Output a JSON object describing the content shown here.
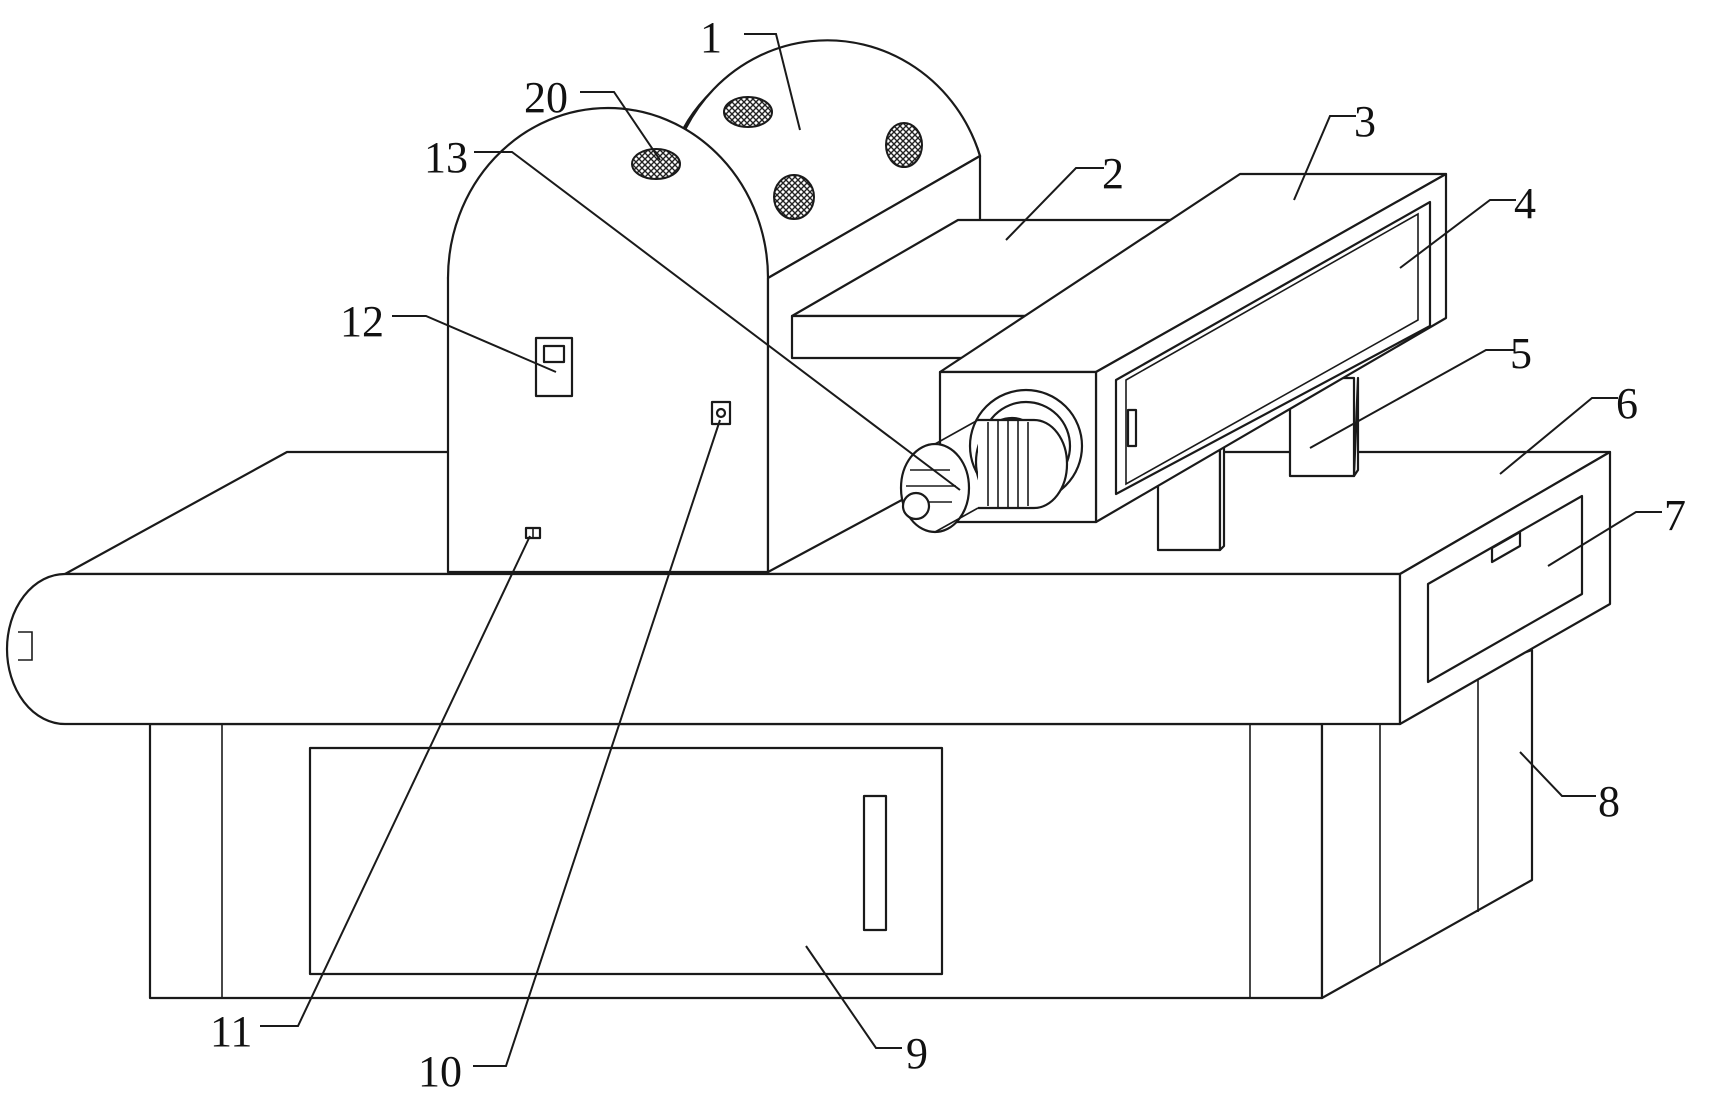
{
  "figure": {
    "labels": [
      {
        "id": "1",
        "text": "1"
      },
      {
        "id": "2",
        "text": "2"
      },
      {
        "id": "3",
        "text": "3"
      },
      {
        "id": "4",
        "text": "4"
      },
      {
        "id": "5",
        "text": "5"
      },
      {
        "id": "6",
        "text": "6"
      },
      {
        "id": "7",
        "text": "7"
      },
      {
        "id": "8",
        "text": "8"
      },
      {
        "id": "9",
        "text": "9"
      },
      {
        "id": "10",
        "text": "10"
      },
      {
        "id": "11",
        "text": "11"
      },
      {
        "id": "12",
        "text": "12"
      },
      {
        "id": "13",
        "text": "13"
      },
      {
        "id": "20",
        "text": "20"
      }
    ]
  }
}
